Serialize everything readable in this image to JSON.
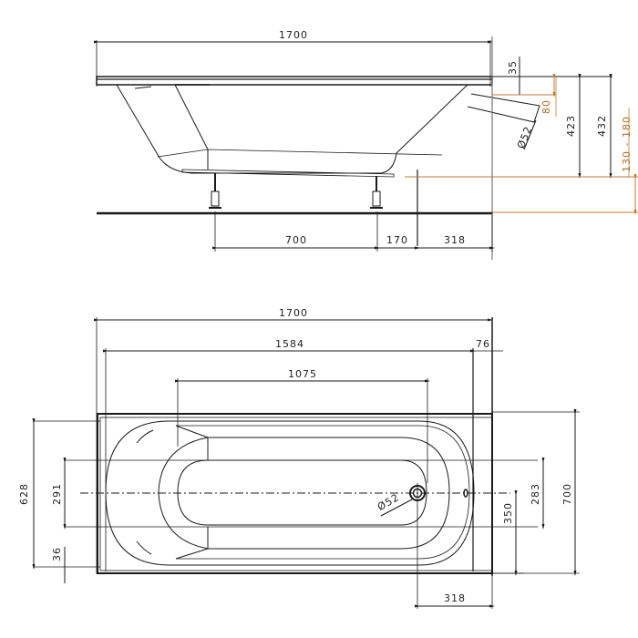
{
  "drawing": {
    "title": "Bathtub technical dimension drawing",
    "colors": {
      "line": "#1a1a1a",
      "accent_orange": "#c07a30",
      "background": "#ffffff"
    }
  },
  "side_view": {
    "overall_length": "1700",
    "rim_thickness": "35",
    "overflow_height": "80",
    "drain_diameter": "Ø52",
    "inner_depth": "423",
    "total_depth": "432",
    "leg_height_range": "130 - 180",
    "leg_spacing": "700",
    "leg_to_drain": "170",
    "drain_to_end": "318"
  },
  "top_view": {
    "overall_length": "1700",
    "inner_length": "1584",
    "end_wall": "76",
    "bottom_length": "1075",
    "overall_width": "700",
    "inner_width": "628",
    "bottom_width_left": "291",
    "bottom_width_right": "283",
    "half_width": "350",
    "side_wall": "36",
    "drain_diameter": "Ø52",
    "drain_to_end": "318"
  }
}
